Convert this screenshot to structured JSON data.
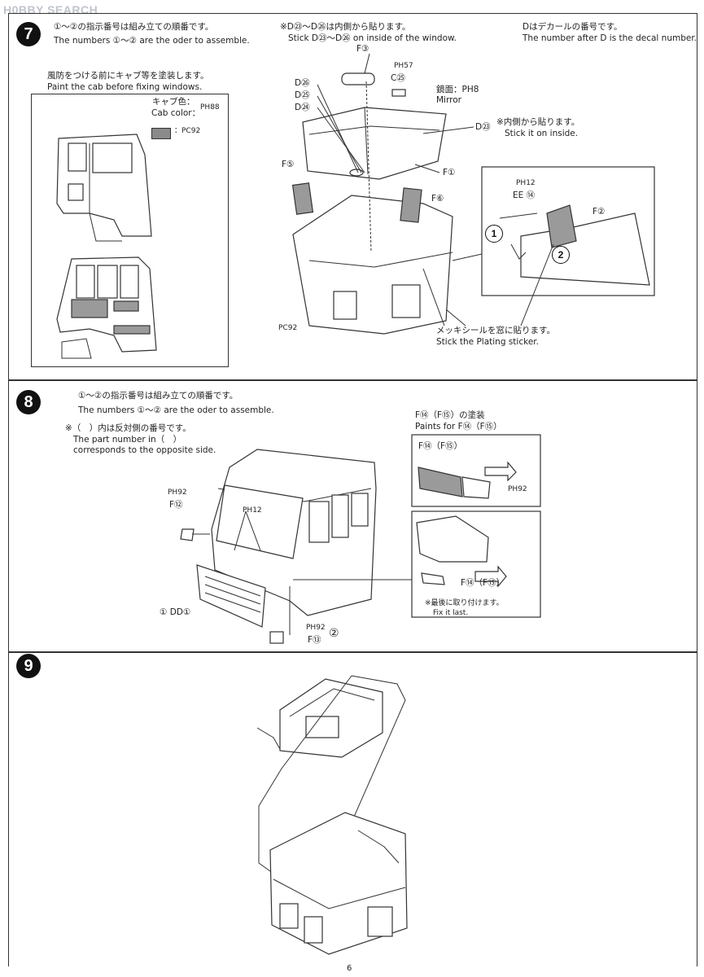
{
  "watermark": "H0BBY SEARCH",
  "page_number": "6",
  "steps": [
    {
      "number": "7",
      "order_jp": "①～②の指示番号は組み立ての順番です。",
      "order_en": "The numbers ①～② are the oder to assemble.",
      "inside_jp": "※D㉓～D㉖は内側から貼ります。",
      "inside_en": "Stick D㉓～D㉖ on inside of the window.",
      "decal_jp": "Dはデカールの番号です。",
      "decal_en": "The number after D is the decal number.",
      "paint_jp": "風防をつける前にキャブ等を塗装します。",
      "paint_en": "Paint the cab before fixing windows.",
      "cab_color_jp": "キャブ色：",
      "cab_color_en": "Cab color：",
      "cab_color_code": "PH88",
      "swatch_code": "：PC92",
      "labels": {
        "f3": "F③",
        "ph57": "PH57",
        "c25": "C㉕",
        "mirror_jp": "鏡面：PH8",
        "mirror_en": "Mirror",
        "d26": "D㉖",
        "d25": "D㉕",
        "d24": "D㉔",
        "d23": "D㉓",
        "inside2_jp": "※内側から貼ります。",
        "inside2_en": "Stick it on inside.",
        "f1": "F①",
        "f5": "F⑤",
        "f6": "F⑥",
        "ph12": "PH12",
        "ee14": "EE ⑭",
        "f2": "F②",
        "pc92": "PC92",
        "plating_jp": "メッキシールを窓に貼ります。",
        "plating_en": "Stick the Plating sticker.",
        "marker1": "1",
        "marker2": "2"
      }
    },
    {
      "number": "8",
      "order_jp": "①～②の指示番号は組み立ての順番です。",
      "order_en": "The numbers ①～② are the oder to assemble.",
      "note_jp": "※（　）内は反対側の番号です。",
      "note_en1": "The part number in（　）",
      "note_en2": "corresponds to the opposite side.",
      "paint_title_jp": "F⑭（F⑮）の塗装",
      "paint_title_en": "Paints for F⑭（F⑮）",
      "labels": {
        "ph92a": "PH92",
        "f12": "F⑫",
        "ph12": "PH12",
        "dd1": "① DD①",
        "ph92b": "PH92",
        "f13": "F⑬",
        "marker2": "②",
        "f14a": "F⑭（F⑮）",
        "ph92c": "PH92",
        "f14b": "F⑭（F⑮）",
        "fix_jp": "※最後に取り付けます。",
        "fix_en": "Fix it last."
      }
    },
    {
      "number": "9"
    }
  ]
}
